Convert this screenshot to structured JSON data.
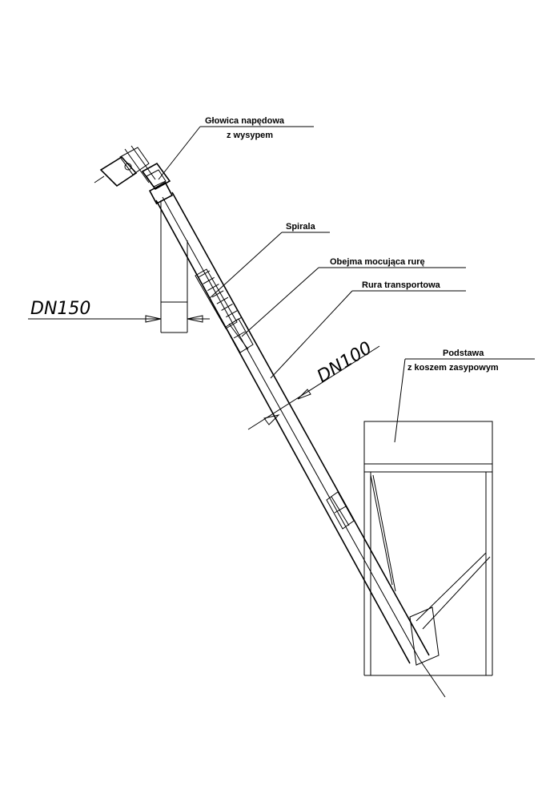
{
  "labels": {
    "head_line1": "Głowica napędowa",
    "head_line2": "z wysypem",
    "spiral": "Spirala",
    "clamp": "Obejma mocująca rurę",
    "tube": "Rura transportowa",
    "base_line1": "Podstawa",
    "base_line2": "z koszem zasypowym"
  },
  "dimensions": {
    "outer": "DN150",
    "inner": "DN100"
  }
}
